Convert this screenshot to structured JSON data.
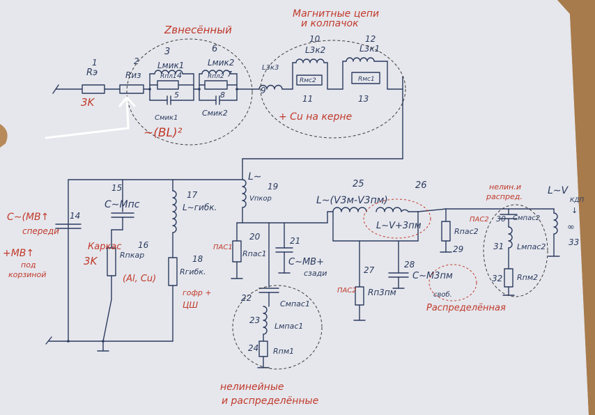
{
  "top": {
    "e1": {
      "num": "1",
      "name": "Rэ",
      "note": "3K"
    },
    "e2": {
      "num": "2",
      "name": "Rиз"
    },
    "e3": {
      "num": "3",
      "name": "Lмик1"
    },
    "e4": {
      "num": "4",
      "name": "Rпл1"
    },
    "e5": {
      "num": "5",
      "name": "Cмик1"
    },
    "e6": {
      "num": "6",
      "name": "Lмик2"
    },
    "e7": {
      "num": "7",
      "name": "Rпл2"
    },
    "e8": {
      "num": "8",
      "name": "Cмик2"
    },
    "e9": {
      "num": "9",
      "name": "L3к3"
    },
    "e10": {
      "num": "10",
      "name": "L3к2"
    },
    "e11": {
      "num": "11",
      "name": "Rмс2"
    },
    "e12": {
      "num": "12",
      "name": "L3к1"
    },
    "e13": {
      "num": "13",
      "name": "Rмс1"
    }
  },
  "lower": {
    "e14": {
      "num": "14",
      "name": "C∼(MB↑",
      "note": "спереди",
      "note2": "+MB↑",
      "note3": "под",
      "note4": "корзиной"
    },
    "e15": {
      "num": "15",
      "name": "C∼Mпс"
    },
    "e16": {
      "num": "16",
      "name": "Rпкар",
      "note": "Каркас",
      "note2": "3K",
      "note3": "(Al, Cu)"
    },
    "e17": {
      "num": "17",
      "name": "L∼гибк."
    },
    "e18": {
      "num": "18",
      "name": "Rгибк.",
      "note": "гофр +",
      "note2": "ЦШ"
    },
    "e19": {
      "num": "19",
      "name": "L∼",
      "note": "Vпкор"
    },
    "e20": {
      "num": "20",
      "name": "Rпас1",
      "note": "ПАС1"
    },
    "e21": {
      "num": "21",
      "name": "C∼MB+",
      "note": "сзади"
    },
    "e22": {
      "num": "22",
      "name": "Cмпас1"
    },
    "e23": {
      "num": "23",
      "name": "Lмпас1"
    },
    "e24": {
      "num": "24",
      "name": "Rпм1"
    },
    "e25": {
      "num": "25",
      "name": "L∼(V3м-V3пм)"
    },
    "e26": {
      "num": "26",
      "name": "L∼V+3пм"
    },
    "e27": {
      "num": "27",
      "name": "Rп3пм",
      "note": "ПАС2"
    },
    "e28": {
      "num": "28",
      "name": "C∼M3пм",
      "note": "своб.",
      "note2": "Распределённая"
    },
    "e29": {
      "num": "29",
      "name": "Rпас2",
      "note": "ПАС2"
    },
    "e30": {
      "num": "30",
      "name": "Cмпас2",
      "note": "нелин.и",
      "note2": "распред."
    },
    "e31": {
      "num": "31",
      "name": "Lмпас2"
    },
    "e32": {
      "num": "32",
      "name": "Rпм2"
    },
    "e33": {
      "num": "33",
      "name": "L∼V",
      "note": "КДП",
      "note2": "↓",
      "note3": "∞"
    }
  },
  "notes": {
    "z_introduced": "Zвнесённый",
    "magnetic_1": "Магнитные цепи",
    "magnetic_2": "и колпачок",
    "cu_core": "+ Cu на керне",
    "bl2": "∼(BL)²",
    "nonlinear_1": "нелинейные",
    "nonlinear_2": "и распределённые"
  },
  "colors": {
    "ink": "#2a3a5e",
    "annotation": "#c0392b",
    "paper": "#e6e7ec",
    "wood": "#b88a5a"
  }
}
